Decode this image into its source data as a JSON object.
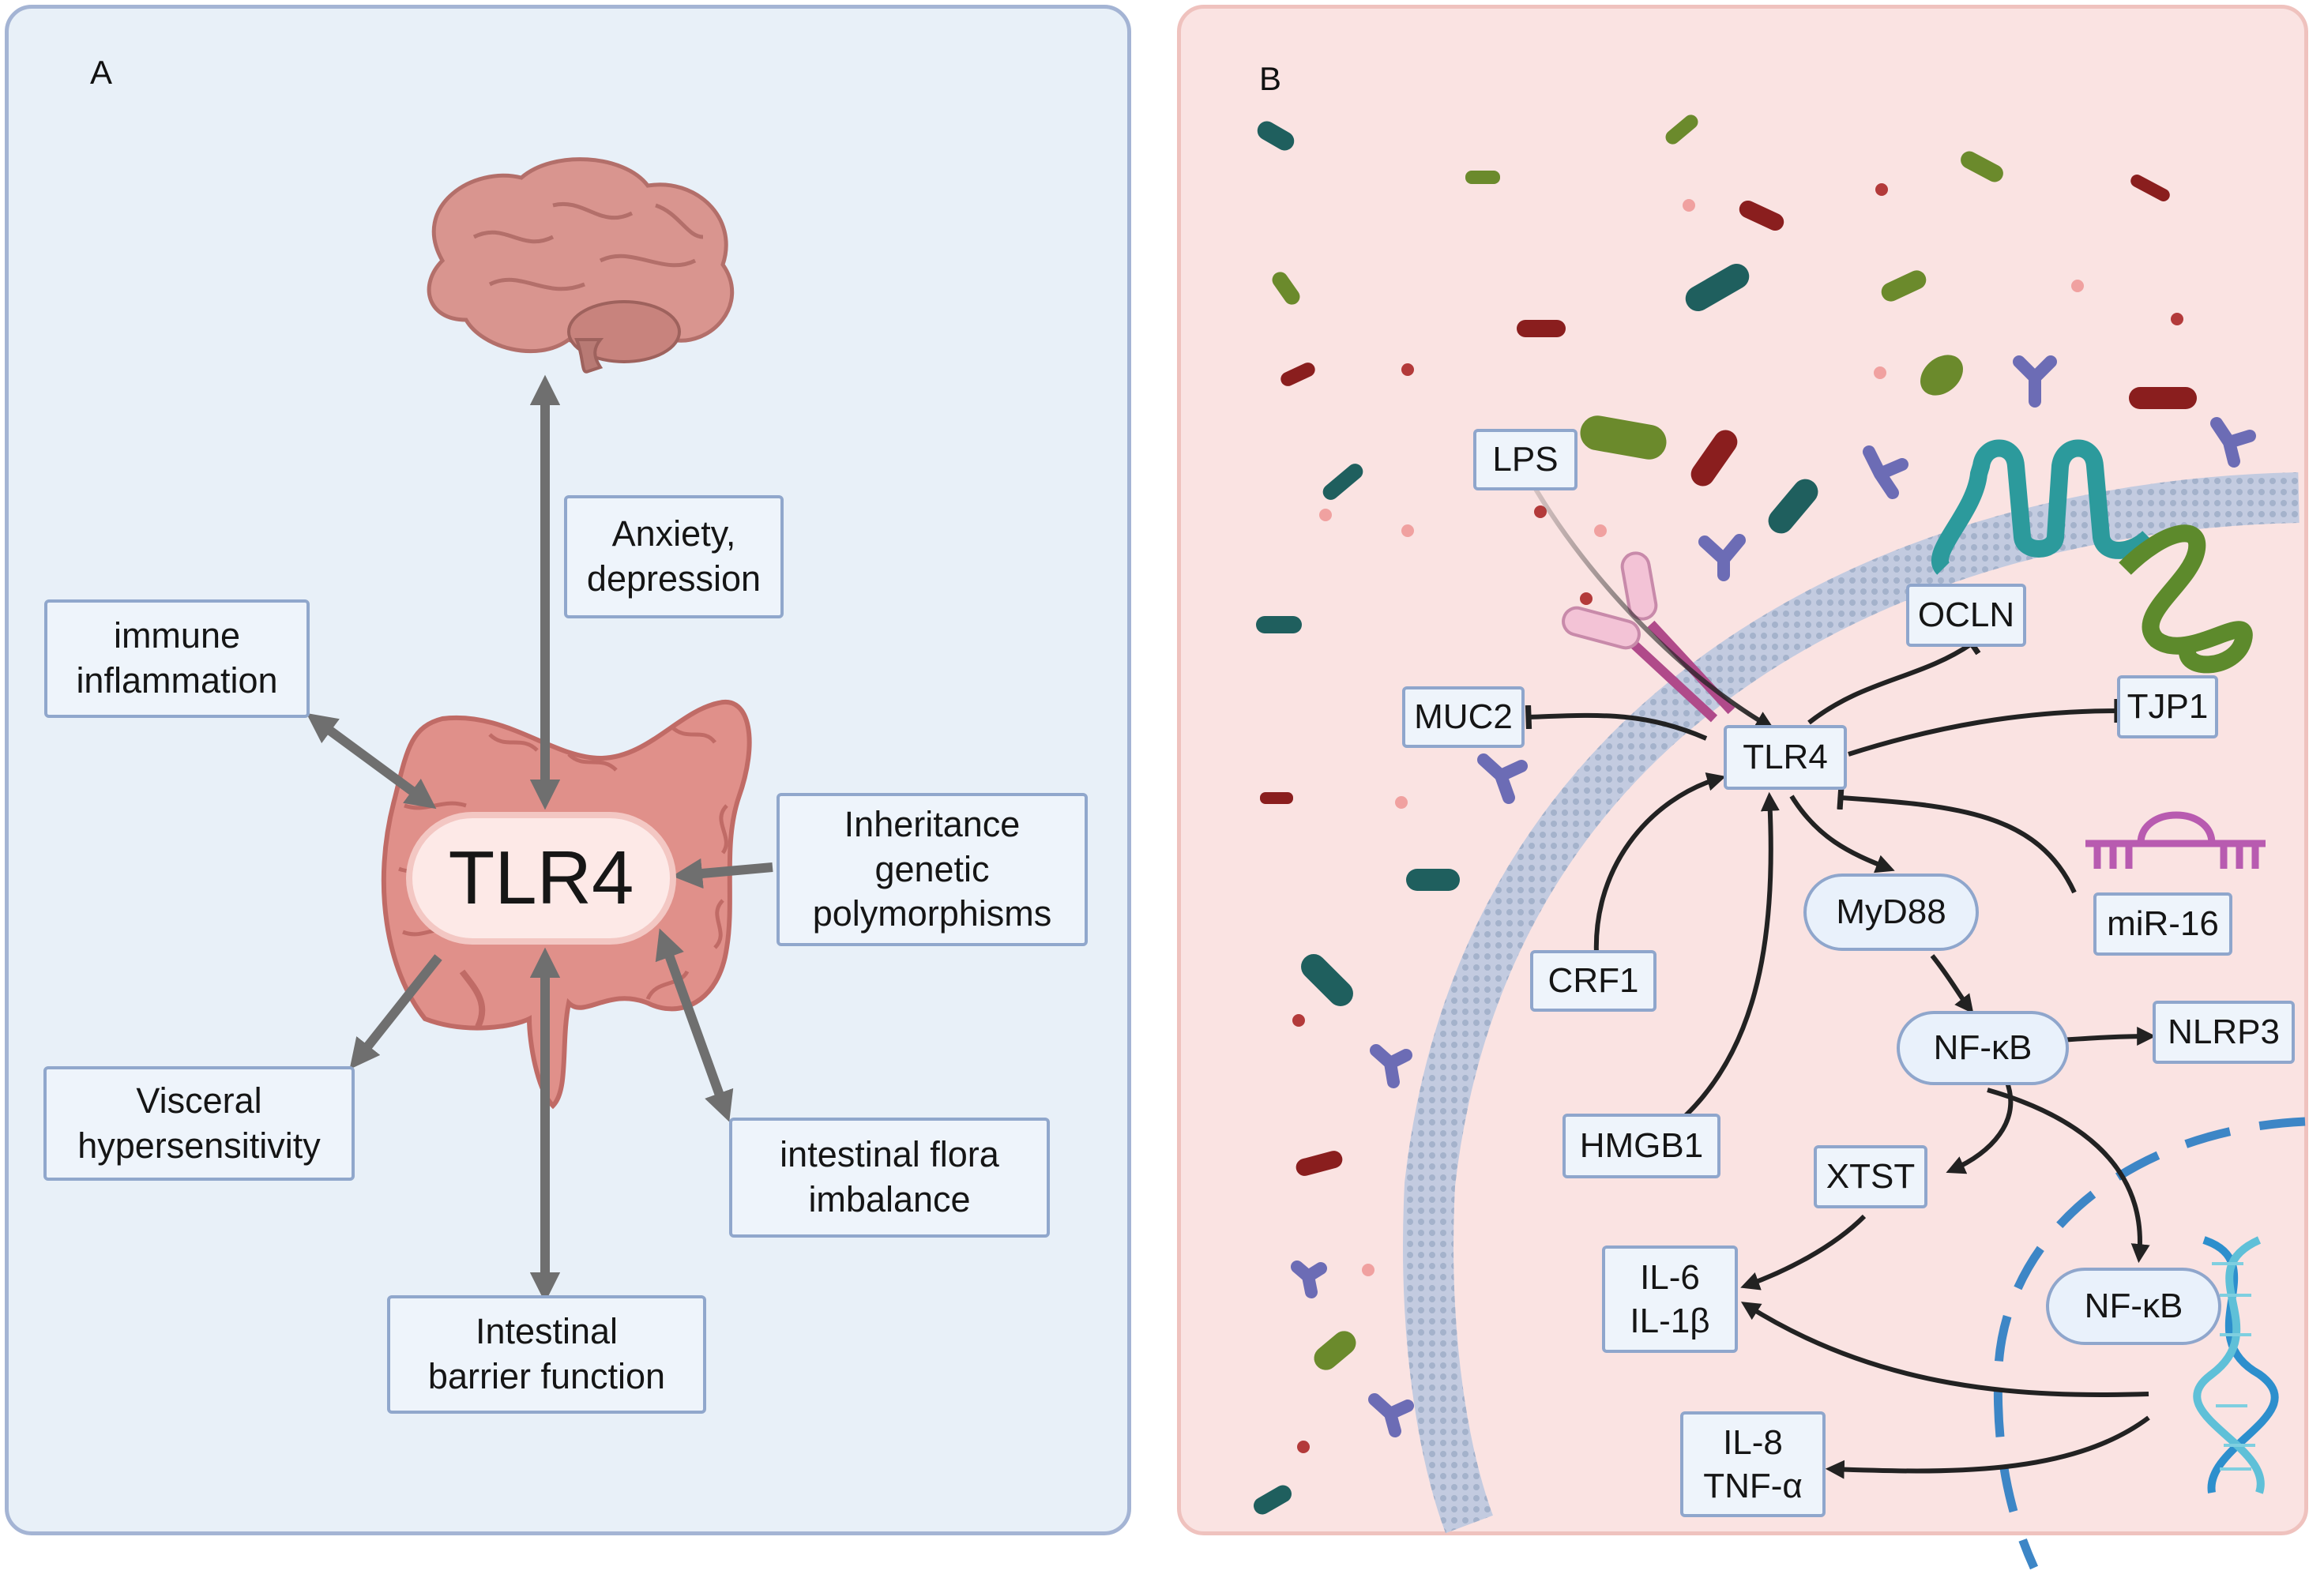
{
  "panel_a": {
    "letter": "A",
    "center_label": "TLR4",
    "nodes": {
      "anxiety": "Anxiety,\ndepression",
      "immune": "immune\ninflammation",
      "inheritance": "Inheritance\ngenetic\npolymorphisms",
      "visceral": "Visceral\nhypersensitivity",
      "flora": "intestinal flora\nimbalance",
      "barrier": "Intestinal\nbarrier function"
    }
  },
  "panel_b": {
    "letter": "B",
    "nodes": {
      "lps": "LPS",
      "muc2": "MUC2",
      "tlr4": "TLR4",
      "ocln": "OCLN",
      "tjp1": "TJP1",
      "myd88": "MyD88",
      "mir16": "miR-16",
      "crf1": "CRF1",
      "nfkb": "NF-κB",
      "nlrp3": "NLRP3",
      "hmgb1": "HMGB1",
      "xtst": "XTST",
      "il6": "IL-6\nIL-1β",
      "il8": "IL-8\nTNF-α",
      "nfkb_nucleus": "NF-κB"
    }
  },
  "colors": {
    "panel_a_bg": "#e8f0f8",
    "panel_b_bg": "#fae3e2",
    "gray_arrow": "#6f6f6f",
    "dark_arrow": "#222222",
    "nucleus_dash": "#3d86c6",
    "colon": "#e0908a",
    "brain": "#d9958f"
  }
}
